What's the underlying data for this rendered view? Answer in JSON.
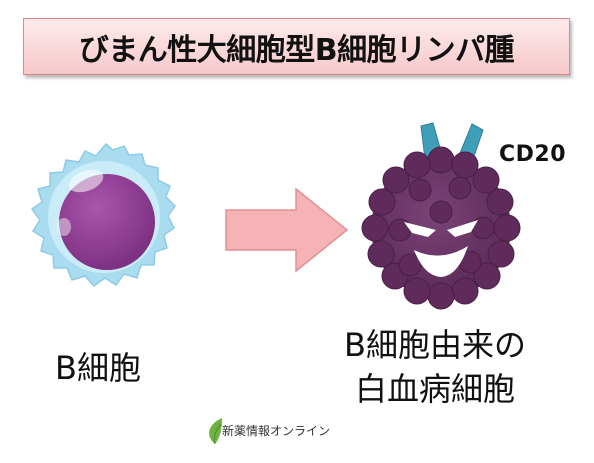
{
  "title": "びまん性大細胞型B細胞リンパ腫",
  "cells": {
    "normal_label": "B細胞",
    "malignant_label_line1": "B細胞由来の",
    "malignant_label_line2": "白血病細胞",
    "marker_label": "CD20"
  },
  "footer": {
    "brand": "新薬情報オンライン"
  },
  "colors": {
    "title_bg": "#f7c9cc",
    "title_border": "#e0858b",
    "cell_halo": "#aadcf0",
    "cell_nucleus": "#8e3a93",
    "cancer_cell": "#6a3566",
    "receptor": "#3f9fb8",
    "arrow_fill": "#f6b3b6",
    "leaf_green": "#6db33f"
  }
}
